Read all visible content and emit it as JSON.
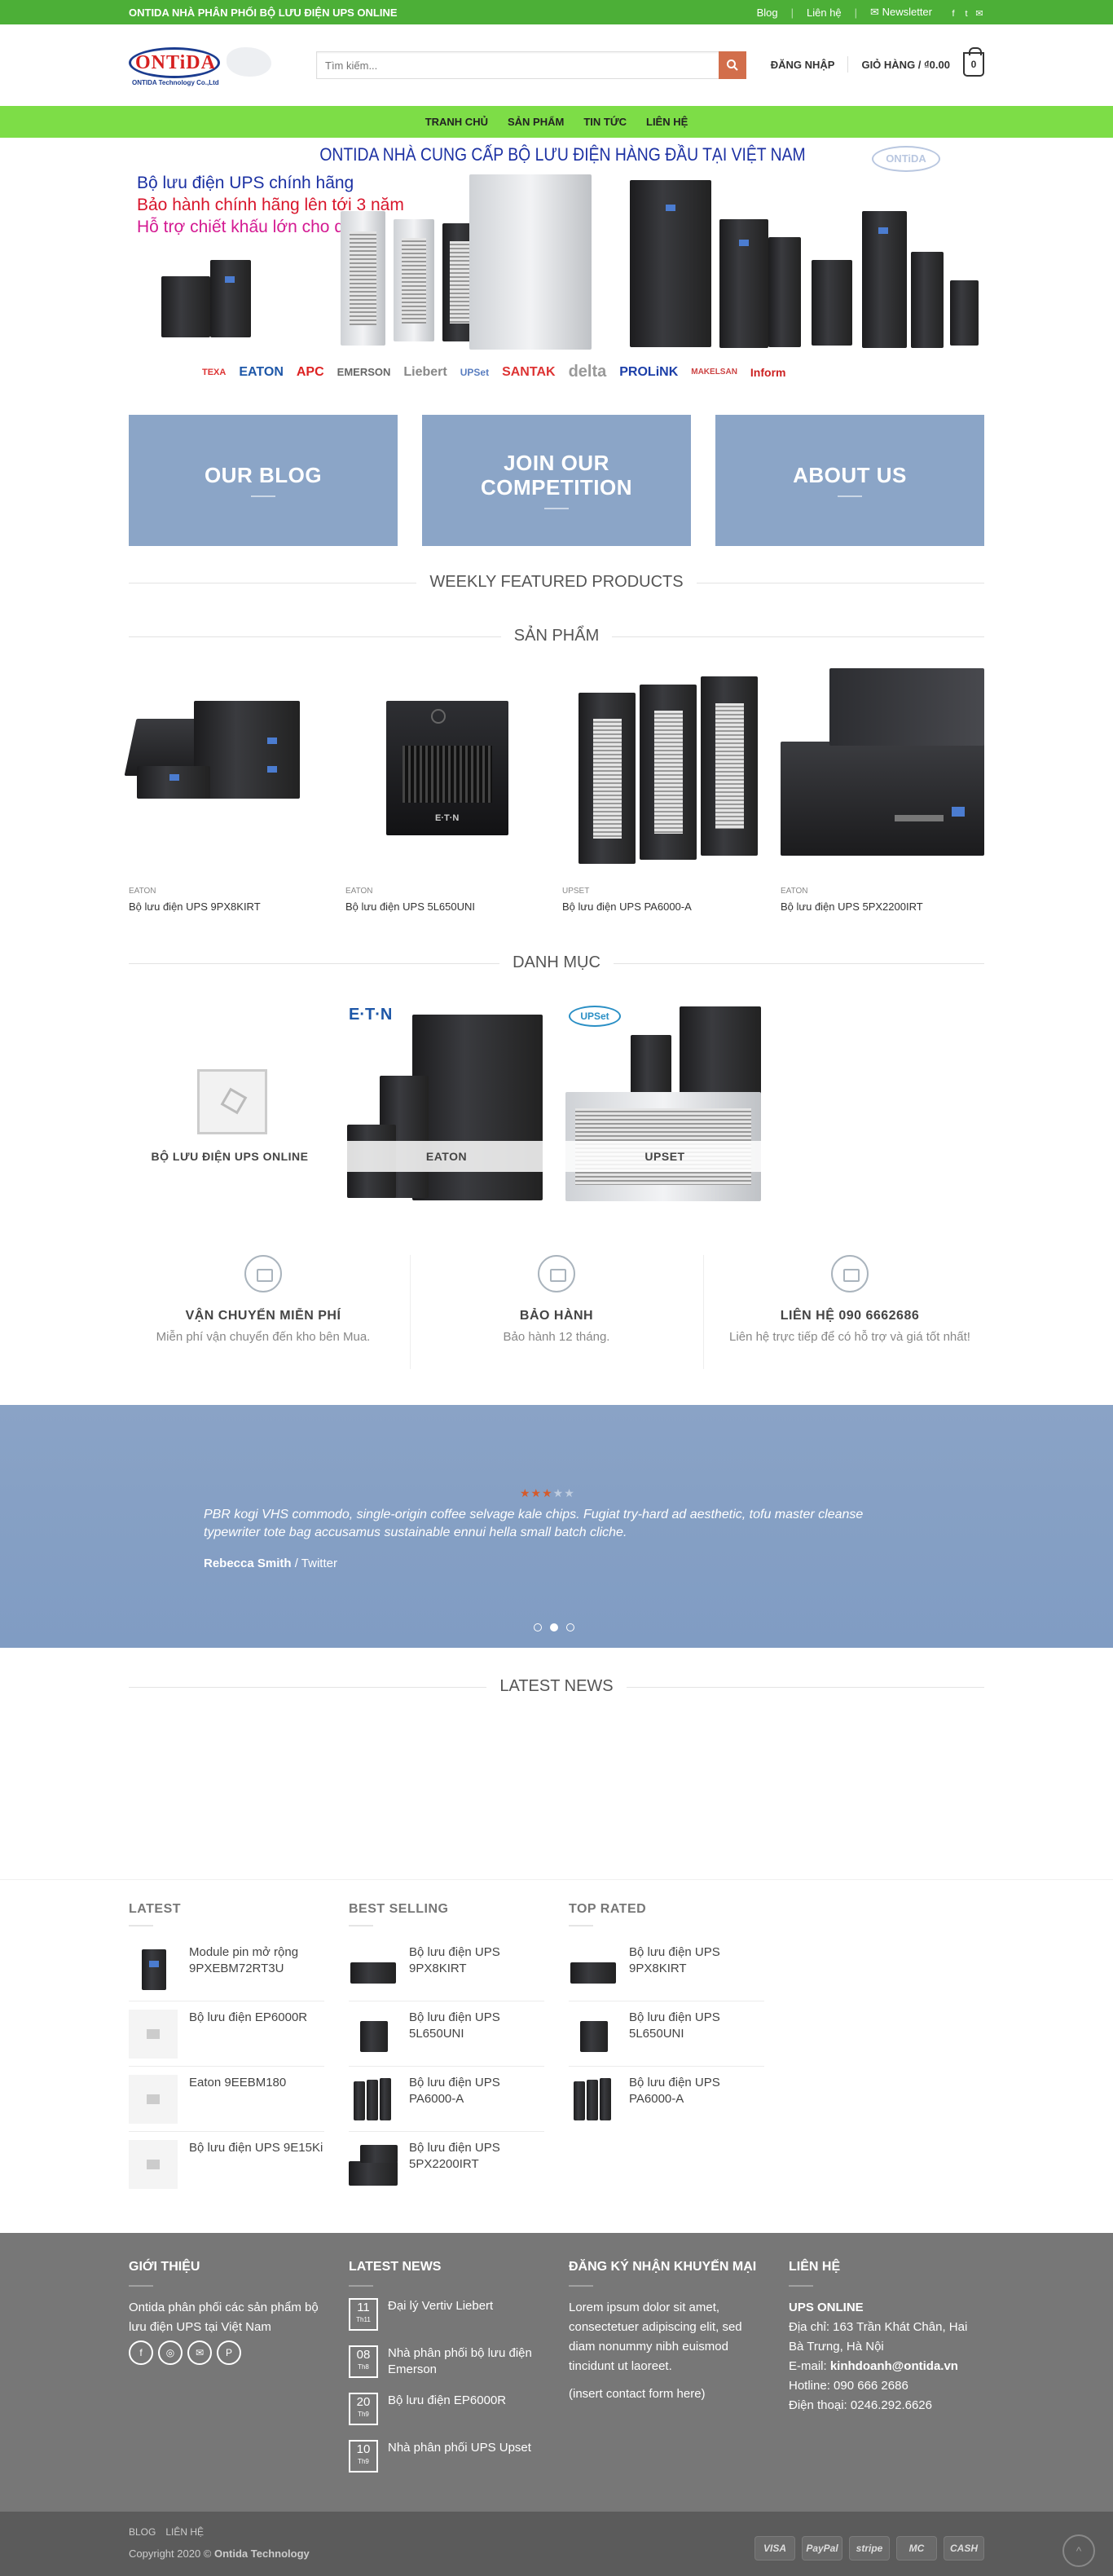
{
  "topbar": {
    "tagline": "ONTIDA NHÀ PHÂN PHỐI BỘ LƯU ĐIỆN UPS ONLINE",
    "blog": "Blog",
    "contact": "Liên hệ",
    "newsletter": "Newsletter"
  },
  "header": {
    "logo_word": "ONTiDA",
    "logo_sub": "ONTIDA Technology Co.,Ltd",
    "search_placeholder": "Tìm kiếm...",
    "login": "ĐĂNG NHẬP",
    "cart_label": "GIỎ HÀNG / ₫0.00",
    "cart_count": "0"
  },
  "nav": [
    "TRANH CHỦ",
    "SẢN PHẨM",
    "TIN TỨC",
    "LIÊN HỆ"
  ],
  "banner": {
    "headline": "ONTIDA NHÀ CUNG CẤP BỘ LƯU ĐIỆN HÀNG ĐẦU TẠI VIỆT NAM",
    "line1": "Bộ lưu điện UPS chính hãng",
    "line2": "Bảo hành chính hãng lên tới 3 năm",
    "line3": "Hỗ trợ chiết khấu lớn cho dự án",
    "mini_logo": "ONTiDA",
    "brands": [
      "TEXA",
      "EATON",
      "APC",
      "EMERSON",
      "Liebert",
      "UPSet",
      "SANTAK",
      "delta",
      "PROLiNK",
      "MAKELSAN",
      "Inform"
    ]
  },
  "promos": [
    "OUR BLOG",
    "JOIN OUR COMPETITION",
    "ABOUT US"
  ],
  "sections": {
    "weekly": "WEEKLY FEATURED PRODUCTS",
    "products": "SẢN PHẨM",
    "categories": "DANH MỤC",
    "news": "LATEST NEWS"
  },
  "products": [
    {
      "cat": "EATON",
      "name": "Bộ lưu điện UPS 9PX8KIRT"
    },
    {
      "cat": "EATON",
      "name": "Bộ lưu điện UPS 5L650UNI"
    },
    {
      "cat": "UPSET",
      "name": "Bộ lưu điện UPS PA6000-A"
    },
    {
      "cat": "EATON",
      "name": "Bộ lưu điện UPS 5PX2200IRT"
    }
  ],
  "categories": [
    {
      "label": "BỘ LƯU ĐIỆN UPS ONLINE",
      "brand": ""
    },
    {
      "label": "EATON",
      "brand": "E·T·N"
    },
    {
      "label": "UPSET",
      "brand": "UPSet"
    }
  ],
  "features": [
    {
      "title": "VẬN CHUYỂN MIỄN PHÍ",
      "desc": "Miễn phí vận chuyển đến kho bên Mua."
    },
    {
      "title": "BẢO HÀNH",
      "desc": "Bảo hành 12 tháng."
    },
    {
      "title": "LIÊN HỆ 090 6662686",
      "desc": "Liên hệ trực tiếp để có hỗ trợ và giá tốt nhất!"
    }
  ],
  "testimonial": {
    "rating": 3,
    "max_rating": 5,
    "quote": "PBR kogi VHS commodo, single-origin coffee selvage kale chips. Fugiat try-hard ad aesthetic, tofu master cleanse typewriter tote bag accusamus sustainable ennui hella small batch cliche.",
    "name": "Rebecca Smith",
    "sep": " / ",
    "source": "Twitter",
    "active_dot": 1
  },
  "widgets": {
    "latest": {
      "title": "LATEST",
      "items": [
        "Module pin mở rộng 9PXEBM72RT3U",
        "Bộ lưu điện EP6000R",
        "Eaton 9EEBM180",
        "Bộ lưu điện UPS 9E15Ki"
      ]
    },
    "best": {
      "title": "BEST SELLING",
      "items": [
        "Bộ lưu điện UPS 9PX8KIRT",
        "Bộ lưu điện UPS 5L650UNI",
        "Bộ lưu điện UPS PA6000-A",
        "Bộ lưu điện UPS 5PX2200IRT"
      ]
    },
    "top": {
      "title": "TOP RATED",
      "items": [
        "Bộ lưu điện UPS 9PX8KIRT",
        "Bộ lưu điện UPS 5L650UNI",
        "Bộ lưu điện UPS PA6000-A"
      ]
    }
  },
  "footer": {
    "about_title": "GIỚI THIỆU",
    "about_text": "Ontida phân phối các sản phẩm bộ lưu điện UPS tại Việt Nam",
    "news_title": "LATEST NEWS",
    "news": [
      {
        "day": "11",
        "mon": "Th11",
        "title": "Đại lý Vertiv Liebert"
      },
      {
        "day": "08",
        "mon": "Th8",
        "title": "Nhà phân phối bộ lưu điện Emerson"
      },
      {
        "day": "20",
        "mon": "Th9",
        "title": "Bộ lưu điện EP6000R"
      },
      {
        "day": "10",
        "mon": "Th9",
        "title": "Nhà phân phối UPS Upset"
      }
    ],
    "subscribe_title": "ĐĂNG KÝ NHẬN KHUYẾN MẠI",
    "subscribe_text": "Lorem ipsum dolor sit amet, consectetuer adipiscing elit, sed diam nonummy nibh euismod tincidunt ut laoreet.",
    "subscribe_form": "(insert contact form here)",
    "contact_title": "LIÊN HỆ",
    "contact_name": "UPS ONLINE",
    "address": "Địa chỉ: 163 Trần Khát Chân, Hai Bà Trưng, Hà Nội",
    "email_label": "E-mail: ",
    "email": "kinhdoanh@ontida.vn",
    "hotline": "Hotline: 090 666 2686",
    "phone": "Điện thoại: 0246.292.6626"
  },
  "bottom": {
    "links": [
      "BLOG",
      "LIÊN HỆ"
    ],
    "copy": "Copyright 2020 © ",
    "company": "Ontida Technology",
    "payments": [
      "VISA",
      "PayPal",
      "stripe",
      "MC",
      "CASH"
    ]
  }
}
